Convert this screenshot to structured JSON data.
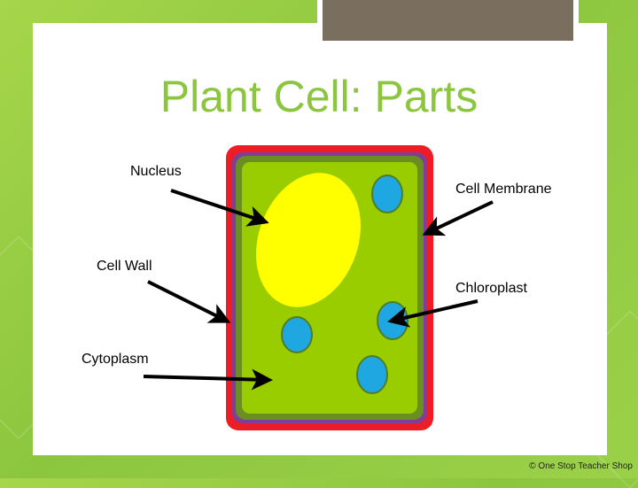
{
  "slide": {
    "title": "Plant Cell: Parts",
    "copyright": "© One Stop Teacher Shop"
  },
  "labels": {
    "nucleus": "Nucleus",
    "cell_wall": "Cell Wall",
    "cytoplasm": "Cytoplasm",
    "cell_membrane": "Cell Membrane",
    "chloroplast": "Chloroplast"
  },
  "colors": {
    "background": "#8cc63f",
    "title": "#8cc63f",
    "cell_wall": "#ee1c24",
    "cell_membrane": "#7f3f98",
    "cytoplasm_border": "#6b8e23",
    "cytoplasm": "#9acd00",
    "nucleus": "#ffff00",
    "chloroplast": "#1ea7e1",
    "tab": "#7a6f5e"
  }
}
